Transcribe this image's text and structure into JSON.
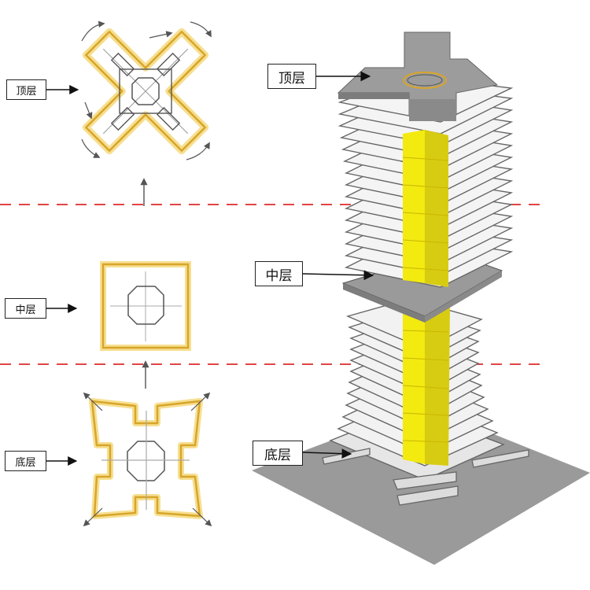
{
  "labels": {
    "top_left": "顶层",
    "middle_left": "中层",
    "bottom_left": "底层",
    "top_right": "顶层",
    "middle_right": "中层",
    "bottom_right": "底层"
  },
  "colors": {
    "outline_highlight": "#f6df90",
    "outline_core": "#d8a52a",
    "core_yellow": "#f3ea10",
    "floor_gray": "#9a9a9a",
    "divider_red": "#dd2b2b"
  }
}
